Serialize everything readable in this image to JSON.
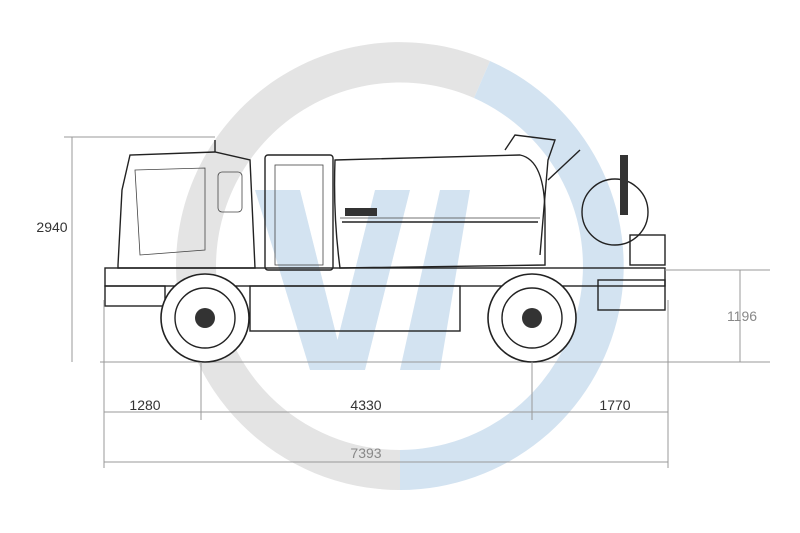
{
  "dimensions": {
    "overall_height": "2940",
    "frame_height": "1196",
    "front_overhang": "1280",
    "wheelbase": "4330",
    "rear_overhang": "1770",
    "overall_length": "7393"
  },
  "colors": {
    "watermark_gray": "#e4e4e4",
    "watermark_blue": "#d3e3f1",
    "line": "#222222"
  }
}
